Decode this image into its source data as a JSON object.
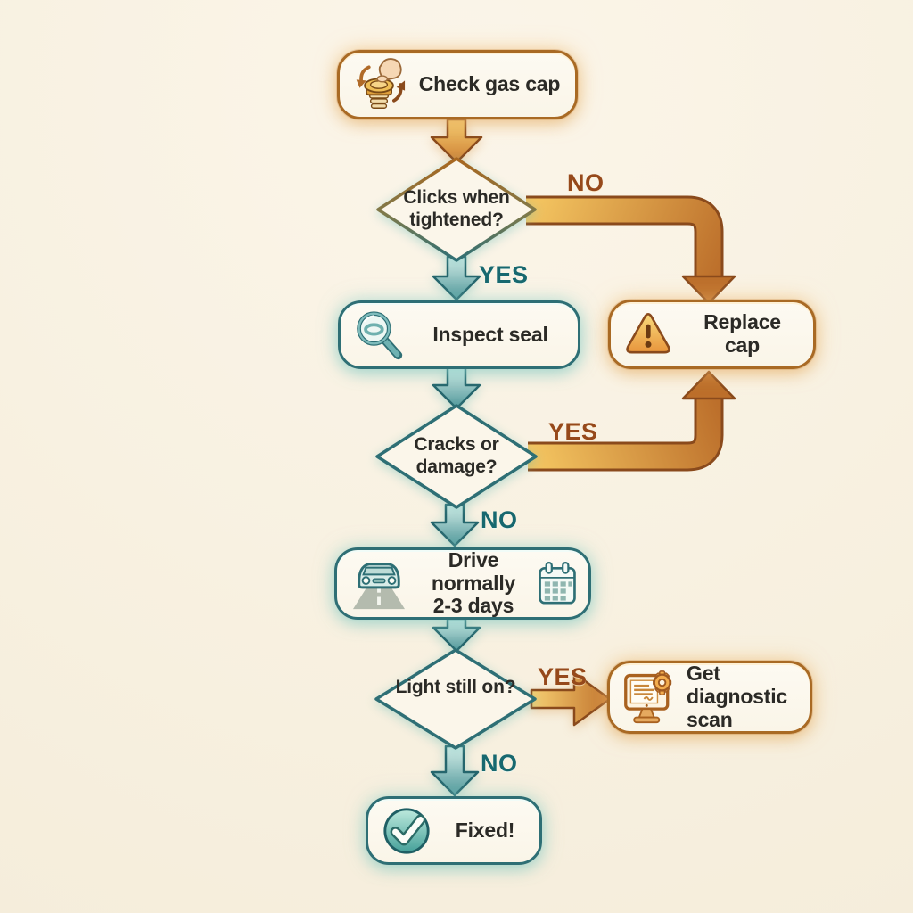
{
  "nodes": {
    "check_gas_cap": {
      "label": "Check gas cap"
    },
    "clicks_when_tightened": {
      "line1": "Clicks when",
      "line2": "tightened?"
    },
    "inspect_seal": {
      "label": "Inspect seal"
    },
    "replace_cap": {
      "label": "Replace cap"
    },
    "cracks_or_damage": {
      "line1": "Cracks or",
      "line2": "damage?"
    },
    "drive_normally": {
      "line1": "Drive normally",
      "line2": "2-3 days"
    },
    "light_still_on": {
      "line1": "Light",
      "line2": "still on?"
    },
    "get_diagnostic_scan": {
      "line1": "Get diagnostic",
      "line2": "scan"
    },
    "fixed": {
      "label": "Fixed!"
    }
  },
  "edge_labels": {
    "clicks_no": "NO",
    "clicks_yes": "YES",
    "cracks_yes": "YES",
    "cracks_no": "NO",
    "light_yes": "YES",
    "light_no": "NO"
  },
  "icons": {
    "check_gas_cap": "gas-cap-hand-icon",
    "inspect_seal": "magnifier-seal-icon",
    "replace_cap": "warning-triangle-icon",
    "drive_left": "car-road-icon",
    "drive_right": "calendar-icon",
    "get_diagnostic_scan": "computer-gear-icon",
    "fixed": "check-circle-icon"
  },
  "colors": {
    "background": "#f8f1e1",
    "node_fill": "#fcf8ee",
    "orange_border": "#a96a24",
    "teal_border": "#2e6f75",
    "orange_arrow_light": "#f6cf72",
    "orange_arrow_dark": "#c0722c",
    "orange_label": "#96491b",
    "teal_arrow_light": "#cdeae6",
    "teal_arrow_dark": "#4d9598",
    "teal_label": "#17686f",
    "text": "#2b2a26"
  }
}
